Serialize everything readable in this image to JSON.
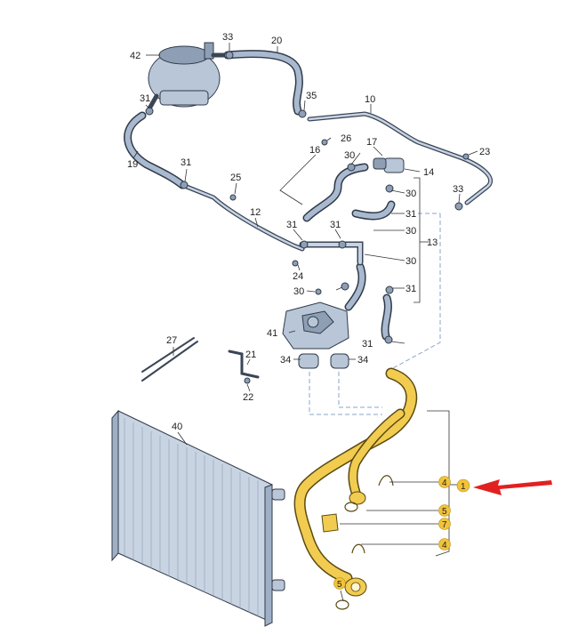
{
  "labels": {
    "n1": "1",
    "n4a": "4",
    "n4b": "4",
    "n5a": "5",
    "n5b": "5",
    "n7": "7",
    "n10": "10",
    "n12": "12",
    "n13": "13",
    "n14": "14",
    "n16": "16",
    "n17": "17",
    "n19": "19",
    "n20": "20",
    "n21": "21",
    "n22": "22",
    "n23": "23",
    "n24": "24",
    "n25": "25",
    "n26": "26",
    "n27": "27",
    "n30a": "30",
    "n30b": "30",
    "n30c": "30",
    "n30d": "30",
    "n30e": "30",
    "n31a": "31",
    "n31b": "31",
    "n31c": "31",
    "n31d": "31",
    "n31e": "31",
    "n31f": "31",
    "n33a": "33",
    "n33b": "33",
    "n34a": "34",
    "n34b": "34",
    "n35": "35",
    "n40": "40",
    "n41": "41",
    "n42": "42"
  },
  "colors": {
    "highlight": "#f2c33a",
    "arrow": "#e32020",
    "callout_line": "#8aa6c8"
  },
  "icons": {
    "pointer": "red-arrow-icon",
    "callout_badge": "yellow-circle-badge"
  }
}
